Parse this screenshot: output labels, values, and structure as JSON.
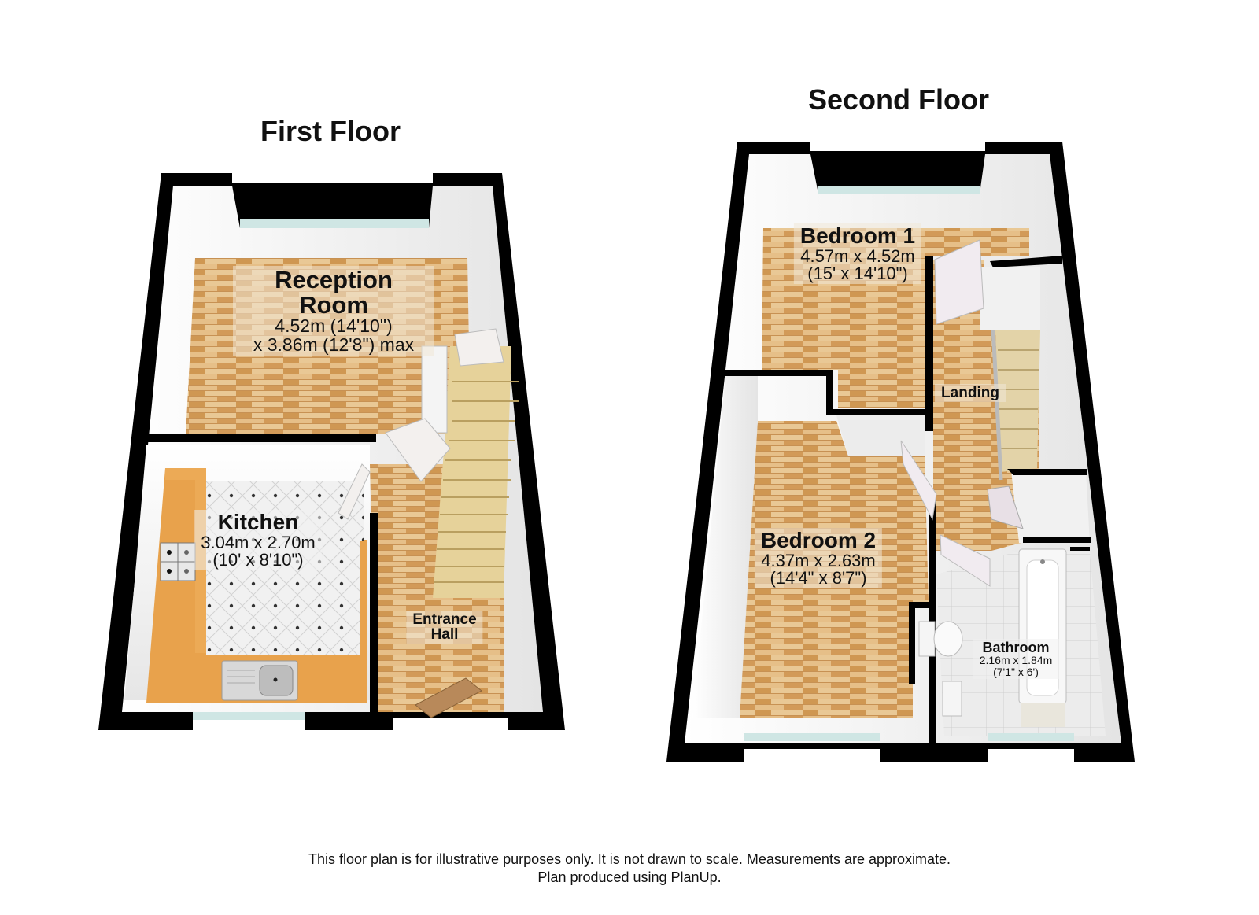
{
  "floors": [
    {
      "title": "First Floor",
      "rooms": [
        {
          "name": "Reception Room",
          "name_line1": "Reception",
          "name_line2": "Room",
          "dim_line1": "4.52m (14'10\")",
          "dim_line2": "x 3.86m (12'8\") max"
        },
        {
          "name": "Kitchen",
          "dim_line1": "3.04m x 2.70m",
          "dim_line2": "(10' x 8'10\")"
        },
        {
          "name": "Entrance Hall",
          "name_line1": "Entrance",
          "name_line2": "Hall"
        }
      ]
    },
    {
      "title": "Second Floor",
      "rooms": [
        {
          "name": "Bedroom 1",
          "dim_line1": "4.57m x 4.52m",
          "dim_line2": "(15' x 14'10\")"
        },
        {
          "name": "Bedroom 2",
          "dim_line1": "4.37m x 2.63m",
          "dim_line2": "(14'4\" x 8'7\")"
        },
        {
          "name": "Landing"
        },
        {
          "name": "Bathroom",
          "dim_line1": "2.16m x 1.84m",
          "dim_line2": "(7'1\" x 6')"
        }
      ]
    }
  ],
  "disclaimer": {
    "line1": "This floor plan is for illustrative purposes only. It is not drawn to scale. Measurements are approximate.",
    "line2": "Plan produced using PlanUp."
  },
  "colors": {
    "wall": "#000000",
    "wall_inner": "#f2f2f2",
    "wood_floor": "#d9a86a",
    "tile_floor": "#eeeeee",
    "worktop": "#e8a24c",
    "window": "#cfe6e4"
  }
}
